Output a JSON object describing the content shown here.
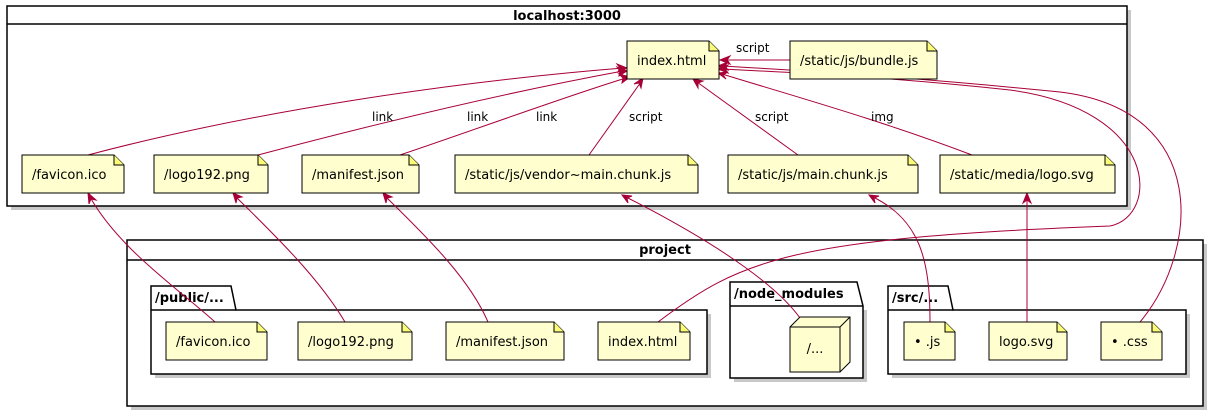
{
  "frames": {
    "server": {
      "title": "localhost:3000"
    },
    "project": {
      "title": "project"
    },
    "public": {
      "title": "/public/..."
    },
    "node_modules": {
      "title": "/node_modules"
    },
    "src": {
      "title": "/src/..."
    }
  },
  "nodes": {
    "index_html_out": "index.html",
    "bundle_js": "/static/js/bundle.js",
    "favicon_out": "/favicon.ico",
    "logo192_out": "/logo192.png",
    "manifest_out": "/manifest.json",
    "vendor_chunk": "/static/js/vendor~main.chunk.js",
    "main_chunk": "/static/js/main.chunk.js",
    "logo_svg_out": "/static/media/logo.svg",
    "favicon_src": "/favicon.ico",
    "logo192_src": "/logo192.png",
    "manifest_src": "/manifest.json",
    "index_html_src": "index.html",
    "node_modules_box": "/...",
    "js_src": "• .js",
    "logo_svg_src": "logo.svg",
    "css_src": "• .css"
  },
  "edges": {
    "bundle_script": "script",
    "favicon_link": "link",
    "logo192_link": "link",
    "manifest_link": "link",
    "vendor_script": "script",
    "main_script": "script",
    "logo_img": "img"
  }
}
